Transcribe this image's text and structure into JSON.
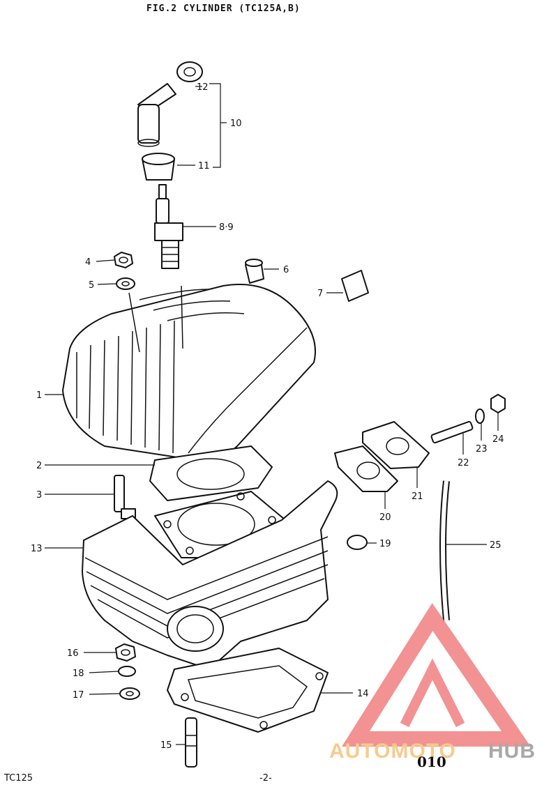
{
  "header": {
    "title": "FIG.2  CYLINDER (TC125A,B)"
  },
  "footer": {
    "model": "TC125",
    "page": "-2-",
    "sheet": "010"
  },
  "watermark": {
    "brand_a": "AUTOMOTO",
    "brand_b": "HUB",
    "color_red": "#f08080",
    "color_gold": "#f5c27a",
    "color_gray": "#999999"
  },
  "callouts": {
    "c1": "1",
    "c2": "2",
    "c3": "3",
    "c4": "4",
    "c5": "5",
    "c6": "6",
    "c7": "7",
    "c89": "8·9",
    "c10": "10",
    "c11": "11",
    "c12": "12",
    "c13": "13",
    "c14": "14",
    "c15": "15",
    "c16": "16",
    "c17": "17",
    "c18": "18",
    "c19": "19",
    "c20": "20",
    "c21": "21",
    "c22": "22",
    "c23": "23",
    "c24": "24",
    "c25": "25"
  }
}
